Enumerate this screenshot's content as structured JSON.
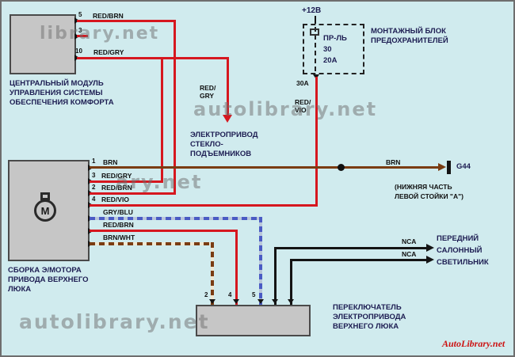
{
  "colors": {
    "background": "#d0ebee",
    "wire_red": "#d6171f",
    "wire_brown": "#7a3c12",
    "wire_blue": "#4a5bc4",
    "wire_black": "#141414",
    "box_fill": "#c6c6c6",
    "brand_red": "#cc1111"
  },
  "top_module": {
    "caption": "ЦЕНТРАЛЬНЫЙ МОДУЛЬ\nУПРАВЛЕНИЯ СИСТЕМЫ\nОБЕСПЕЧЕНИЯ КОМФОРТА",
    "pin5": "5",
    "pin3": "3",
    "pin10": "10",
    "wire5_label": "RED/BRN",
    "wire10_label": "RED/GRY"
  },
  "window_drive": {
    "wire_label": "RED/\nGRY",
    "caption": "ЭЛЕКТРОПРИВОД\nСТЕКЛО-\nПОДЪЕМНИКОВ"
  },
  "fuse_block": {
    "supply": "+12В",
    "fuse_label": "ПР-ЛЬ\n30\n20А",
    "caption": "МОНТАЖНЫЙ БЛОК\nПРЕДОХРАНИТЕЛЕЙ",
    "rating": "30A",
    "wire_label": "RED/\nVIO"
  },
  "motor": {
    "symbol": "M",
    "caption": "СБОРКА Э/МОТОРА\nПРИВОДА ВЕРХНЕГО\nЛЮКА",
    "pin1": "1",
    "pin3": "3",
    "pin2": "2",
    "pin4": "4",
    "w1": "BRN",
    "w2": "RED/GRY",
    "w3": "RED/BRN",
    "w4": "RED/VIO",
    "w5": "GRY/BLU",
    "w6": "RED/BRN",
    "w7": "BRN/WHT"
  },
  "ground": {
    "wire_label": "BRN",
    "label": "G44",
    "note": "(НИЖНЯЯ ЧАСТЬ\nЛЕВОЙ СТОЙКИ \"А\")"
  },
  "switch": {
    "caption": "ПЕРЕКЛЮЧАТЕЛЬ\nЭЛЕКТРОПРИВОДА\nВЕРХНЕГО ЛЮКА",
    "pin2": "2",
    "pin4": "4",
    "pin5": "5"
  },
  "interior_light": {
    "nca1": "NCA",
    "nca2": "NCA",
    "caption": "ПЕРЕДНИЙ\nСАЛОННЫЙ\nСВЕТИЛЬНИК"
  },
  "watermarks": [
    "library.net",
    "autolibrary.net",
    "ary.net",
    "autolibrary.net"
  ],
  "brand": "AutoLibrary.net"
}
